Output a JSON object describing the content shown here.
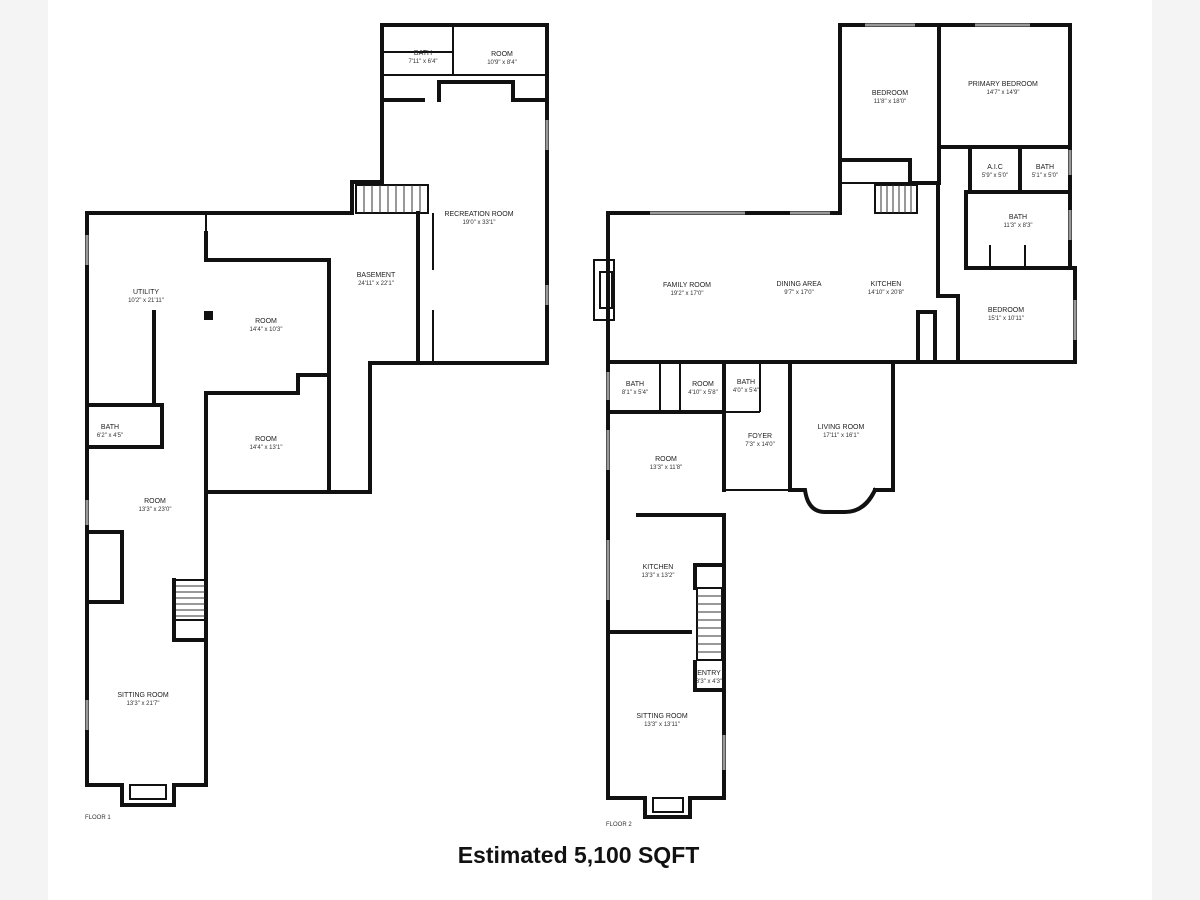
{
  "summary": {
    "estimated_area": "Estimated 5,100 SQFT"
  },
  "floors": [
    {
      "label": "FLOOR 1",
      "rooms": [
        {
          "name": "BATH",
          "dims": "7'11\" x 6'4\""
        },
        {
          "name": "ROOM",
          "dims": "10'9\" x 8'4\""
        },
        {
          "name": "RECREATION ROOM",
          "dims": "19'0\" x 33'1\""
        },
        {
          "name": "BASEMENT",
          "dims": "24'11\" x 22'1\""
        },
        {
          "name": "UTILITY",
          "dims": "10'2\" x 21'11\""
        },
        {
          "name": "ROOM",
          "dims": "14'4\" x 10'3\""
        },
        {
          "name": "BATH",
          "dims": "6'2\" x 4'5\""
        },
        {
          "name": "ROOM",
          "dims": "14'4\" x 13'1\""
        },
        {
          "name": "ROOM",
          "dims": "13'3\" x 23'0\""
        },
        {
          "name": "SITTING ROOM",
          "dims": "13'3\" x 21'7\""
        }
      ]
    },
    {
      "label": "FLOOR 2",
      "rooms": [
        {
          "name": "BEDROOM",
          "dims": "11'8\" x 18'0\""
        },
        {
          "name": "PRIMARY BEDROOM",
          "dims": "14'7\" x 14'9\""
        },
        {
          "name": "A.I.C",
          "dims": "5'9\" x 5'0\""
        },
        {
          "name": "BATH",
          "dims": "5'1\" x 5'0\""
        },
        {
          "name": "BATH",
          "dims": "11'3\" x 8'3\""
        },
        {
          "name": "FAMILY ROOM",
          "dims": "19'2\" x 17'0\""
        },
        {
          "name": "DINING AREA",
          "dims": "9'7\" x 17'0\""
        },
        {
          "name": "KITCHEN",
          "dims": "14'10\" x 20'8\""
        },
        {
          "name": "BEDROOM",
          "dims": "15'1\" x 10'11\""
        },
        {
          "name": "BATH",
          "dims": "8'1\" x 5'4\""
        },
        {
          "name": "ROOM",
          "dims": "4'10\" x 5'8\""
        },
        {
          "name": "BATH",
          "dims": "4'0\" x 5'4\""
        },
        {
          "name": "FOYER",
          "dims": "7'3\" x 14'0\""
        },
        {
          "name": "LIVING ROOM",
          "dims": "17'11\" x 16'1\""
        },
        {
          "name": "ROOM",
          "dims": "13'3\" x 11'8\""
        },
        {
          "name": "KITCHEN",
          "dims": "13'3\" x 13'2\""
        },
        {
          "name": "ENTRY",
          "dims": "3'3\" x 4'3\""
        },
        {
          "name": "SITTING ROOM",
          "dims": "13'3\" x 13'11\""
        }
      ]
    }
  ]
}
